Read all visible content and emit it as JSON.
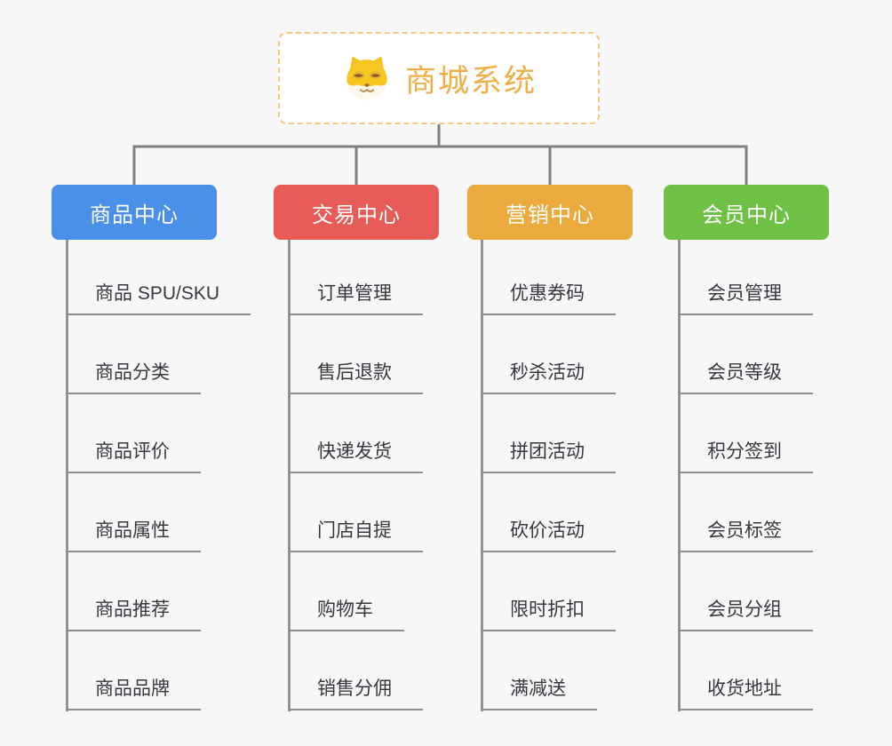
{
  "page": {
    "background_color": "#f7f7f7"
  },
  "root": {
    "title": "商城系统",
    "icon": "dog-face-icon",
    "title_color": "#f0ae47",
    "border_color": "#f4c87f"
  },
  "connectors": {
    "line_color": "#808080",
    "underline_color": "#8f8f8f"
  },
  "branches": [
    {
      "label": "商品中心",
      "color": "#4a90e8",
      "children": [
        "商品 SPU/SKU",
        "商品分类",
        "商品评价",
        "商品属性",
        "商品推荐",
        "商品品牌"
      ]
    },
    {
      "label": "交易中心",
      "color": "#e85c57",
      "children": [
        "订单管理",
        "售后退款",
        "快递发货",
        "门店自提",
        "购物车",
        "销售分佣"
      ]
    },
    {
      "label": "营销中心",
      "color": "#ebab3c",
      "children": [
        "优惠券码",
        "秒杀活动",
        "拼团活动",
        "砍价活动",
        "限时折扣",
        "满减送"
      ]
    },
    {
      "label": "会员中心",
      "color": "#6fc146",
      "children": [
        "会员管理",
        "会员等级",
        "积分签到",
        "会员标签",
        "会员分组",
        "收货地址"
      ]
    }
  ]
}
